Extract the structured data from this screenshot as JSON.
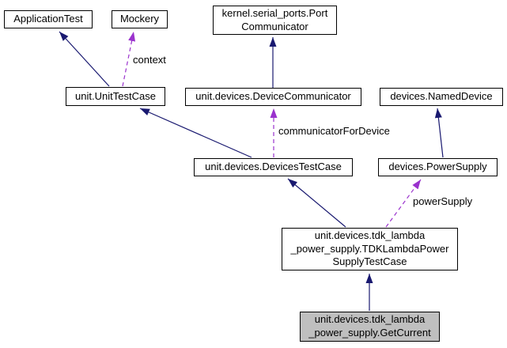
{
  "diagram": {
    "type": "class-collaboration-graph",
    "colors": {
      "background": "#ffffff",
      "inheritance_edge": "#191970",
      "usage_edge": "#9a32cd",
      "node_border": "#000000",
      "node_fill": "#ffffff",
      "selected_node_fill": "#bfbfbf",
      "text": "#000000"
    },
    "nodes": [
      {
        "id": "ApplicationTest",
        "label": "ApplicationTest",
        "selected": false
      },
      {
        "id": "Mockery",
        "label": "Mockery",
        "selected": false
      },
      {
        "id": "kernel.serial_ports.PortCommunicator",
        "label": "kernel.serial_ports.Port\nCommunicator",
        "selected": false
      },
      {
        "id": "unit.UnitTestCase",
        "label": "unit.UnitTestCase",
        "selected": false
      },
      {
        "id": "unit.devices.DeviceCommunicator",
        "label": "unit.devices.DeviceCommunicator",
        "selected": false
      },
      {
        "id": "devices.NamedDevice",
        "label": "devices.NamedDevice",
        "selected": false
      },
      {
        "id": "unit.devices.DevicesTestCase",
        "label": "unit.devices.DevicesTestCase",
        "selected": false
      },
      {
        "id": "devices.PowerSupply",
        "label": "devices.PowerSupply",
        "selected": false
      },
      {
        "id": "unit.devices.tdk_lambda_power_supply.TDKLambdaPowerSupplyTestCase",
        "label": "unit.devices.tdk_lambda\n_power_supply.TDKLambdaPower\nSupplyTestCase",
        "selected": false
      },
      {
        "id": "unit.devices.tdk_lambda_power_supply.GetCurrent",
        "label": "unit.devices.tdk_lambda\n_power_supply.GetCurrent",
        "selected": true
      }
    ],
    "edges": [
      {
        "from": "unit.UnitTestCase",
        "to": "ApplicationTest",
        "style": "solid",
        "label": ""
      },
      {
        "from": "unit.UnitTestCase",
        "to": "Mockery",
        "style": "dashed",
        "label": "context"
      },
      {
        "from": "unit.devices.DeviceCommunicator",
        "to": "kernel.serial_ports.PortCommunicator",
        "style": "solid",
        "label": ""
      },
      {
        "from": "unit.devices.DevicesTestCase",
        "to": "unit.UnitTestCase",
        "style": "solid",
        "label": ""
      },
      {
        "from": "unit.devices.DevicesTestCase",
        "to": "unit.devices.DeviceCommunicator",
        "style": "dashed",
        "label": "communicatorForDevice"
      },
      {
        "from": "devices.PowerSupply",
        "to": "devices.NamedDevice",
        "style": "solid",
        "label": ""
      },
      {
        "from": "unit.devices.tdk_lambda_power_supply.TDKLambdaPowerSupplyTestCase",
        "to": "unit.devices.DevicesTestCase",
        "style": "solid",
        "label": ""
      },
      {
        "from": "unit.devices.tdk_lambda_power_supply.TDKLambdaPowerSupplyTestCase",
        "to": "devices.PowerSupply",
        "style": "dashed",
        "label": "powerSupply"
      },
      {
        "from": "unit.devices.tdk_lambda_power_supply.GetCurrent",
        "to": "unit.devices.tdk_lambda_power_supply.TDKLambdaPowerSupplyTestCase",
        "style": "solid",
        "label": ""
      }
    ]
  }
}
